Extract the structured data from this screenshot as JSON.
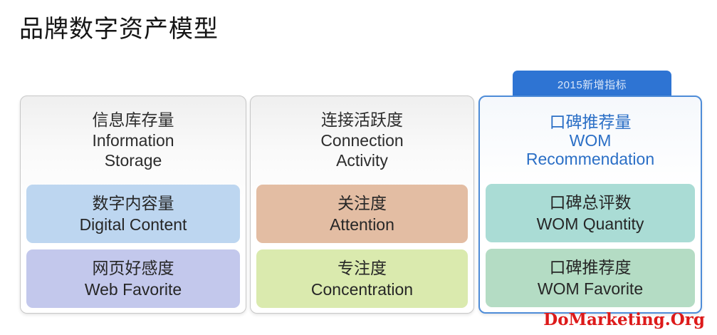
{
  "title": "品牌数字资产模型",
  "badge": {
    "label": "2015新增指标",
    "bg": "#2e74d3",
    "text_color": "#d9e6f8"
  },
  "columns": [
    {
      "name": "information-storage",
      "header": {
        "zh": "信息库存量",
        "en": "Information\nStorage"
      },
      "boxes": [
        {
          "zh": "数字内容量",
          "en": "Digital Content",
          "bg": "#bdd6f0"
        },
        {
          "zh": "网页好感度",
          "en": "Web Favorite",
          "bg": "#c3c8ec"
        }
      ]
    },
    {
      "name": "connection-activity",
      "header": {
        "zh": "连接活跃度",
        "en": "Connection\nActivity"
      },
      "boxes": [
        {
          "zh": "关注度",
          "en": "Attention",
          "bg": "#e3bda3"
        },
        {
          "zh": "专注度",
          "en": "Concentration",
          "bg": "#daeaae"
        }
      ]
    },
    {
      "name": "wom-recommendation",
      "header": {
        "zh": "口碑推荐量",
        "en": "WOM\nRecommendation",
        "color": "#2b6fc6"
      },
      "border_color": "#4e8cd8",
      "boxes": [
        {
          "zh": "口碑总评数",
          "en": "WOM Quantity",
          "bg": "#aadcd5"
        },
        {
          "zh": "口碑推荐度",
          "en": "WOM Favorite",
          "bg": "#b4dcc4"
        }
      ]
    }
  ],
  "watermark": {
    "text": "DoMarketing.Org",
    "color": "#dd1a1a"
  }
}
